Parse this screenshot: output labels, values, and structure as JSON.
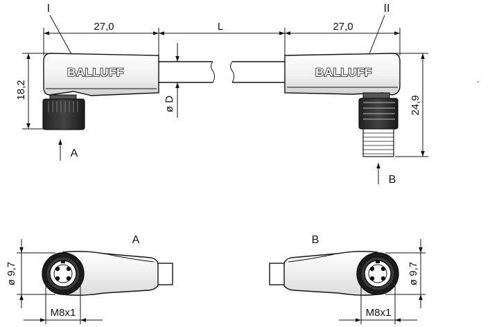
{
  "top_view": {
    "label_left": "I",
    "label_right": "II",
    "dim_left_length": "27,0",
    "dim_cable_length": "L",
    "dim_right_length": "27,0",
    "dim_left_height": "18,2",
    "dim_right_height": "24,9",
    "dim_cable_diameter": "ø D",
    "brand_left": "BALLUFF",
    "brand_right": "BALLUFF",
    "arrow_left_label": "A",
    "arrow_right_label": "B"
  },
  "bottom_views": {
    "view_a_label": "A",
    "view_b_label": "B",
    "dim_a_diameter": "ø 9,7",
    "dim_b_diameter": "ø 9,7",
    "dim_a_thread": "M8x1",
    "dim_b_thread": "M8x1"
  }
}
